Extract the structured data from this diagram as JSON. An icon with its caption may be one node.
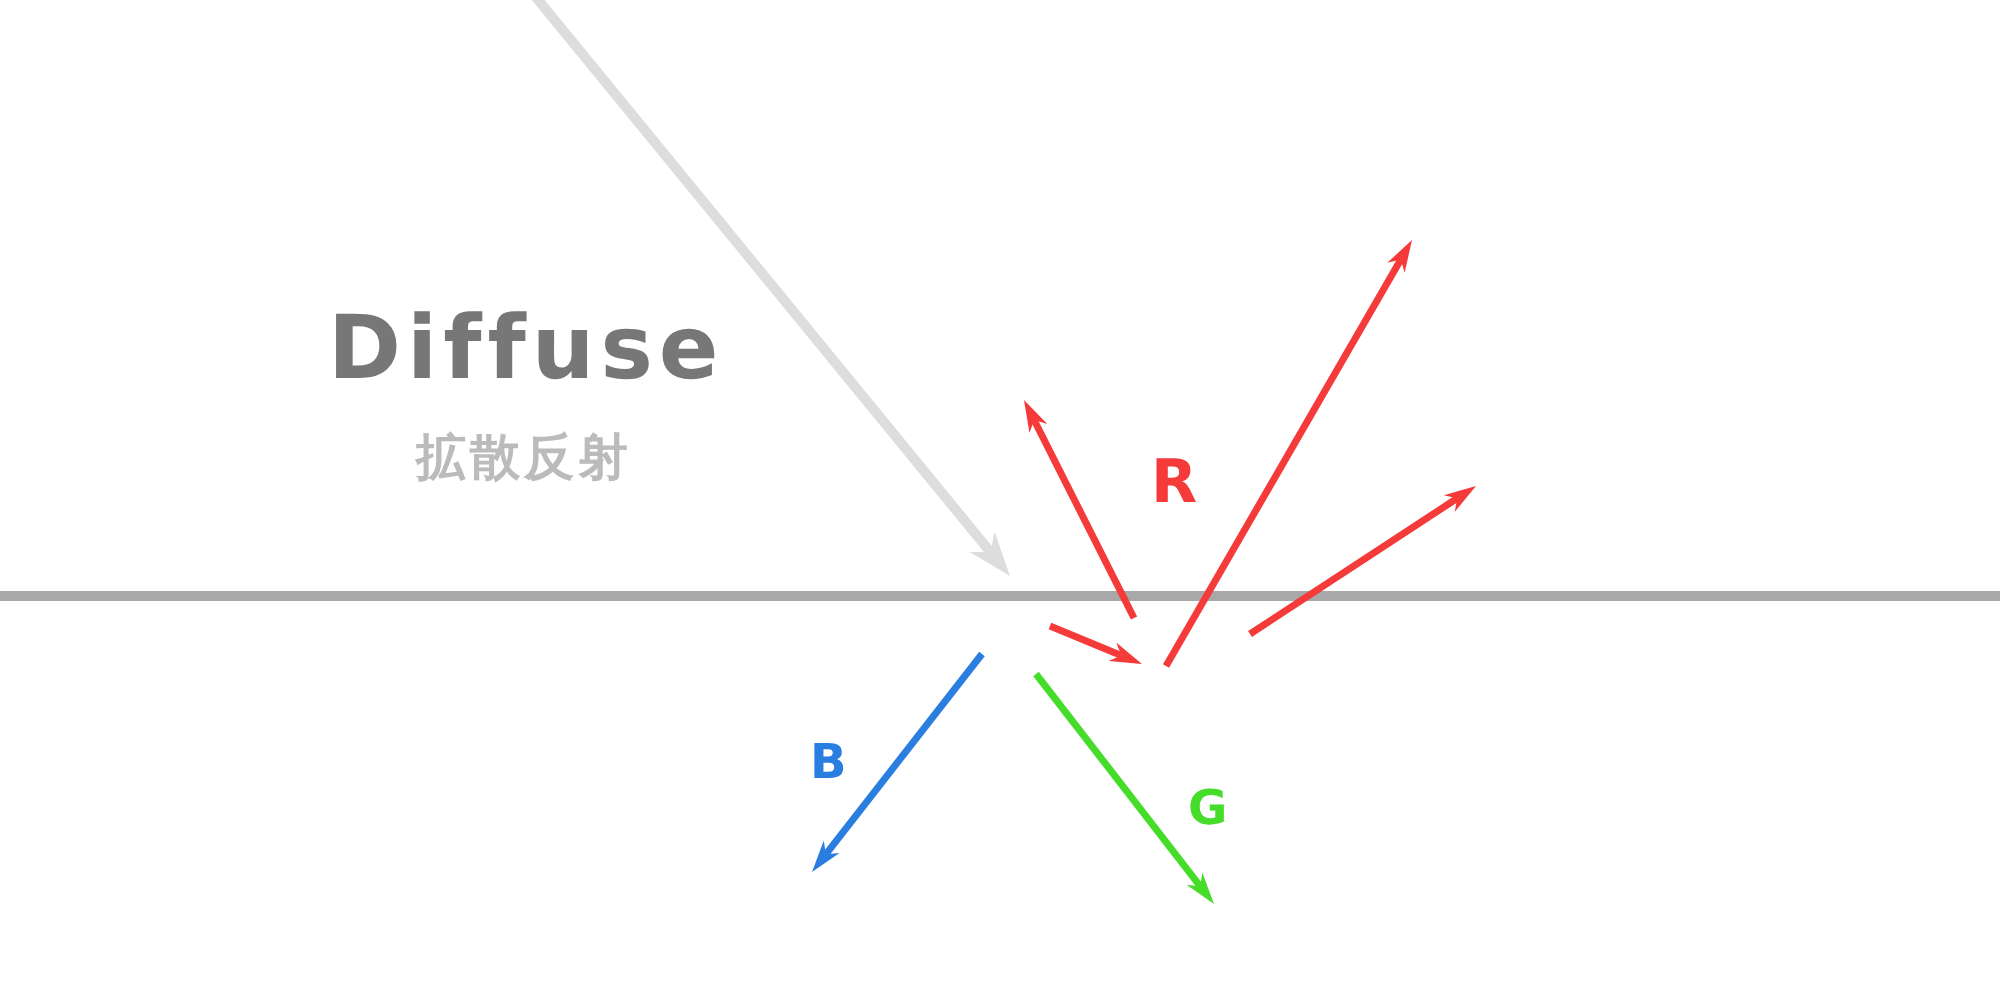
{
  "diagram": {
    "title": "Diffuse",
    "labels": [
      "拡散反射",
      "R",
      "B",
      "G"
    ]
  }
}
